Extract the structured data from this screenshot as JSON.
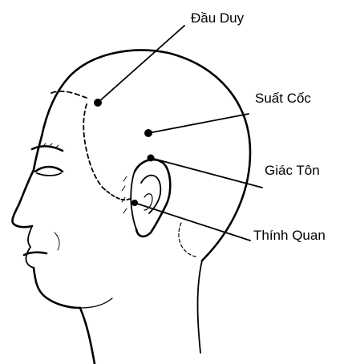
{
  "points": [
    {
      "id": "dau-duy",
      "label": "Đầu Duy"
    },
    {
      "id": "suat-coc",
      "label": "Suất Cốc"
    },
    {
      "id": "giac-ton",
      "label": "Giác Tôn"
    },
    {
      "id": "thinh-quan",
      "label": "Thính Quan"
    }
  ]
}
